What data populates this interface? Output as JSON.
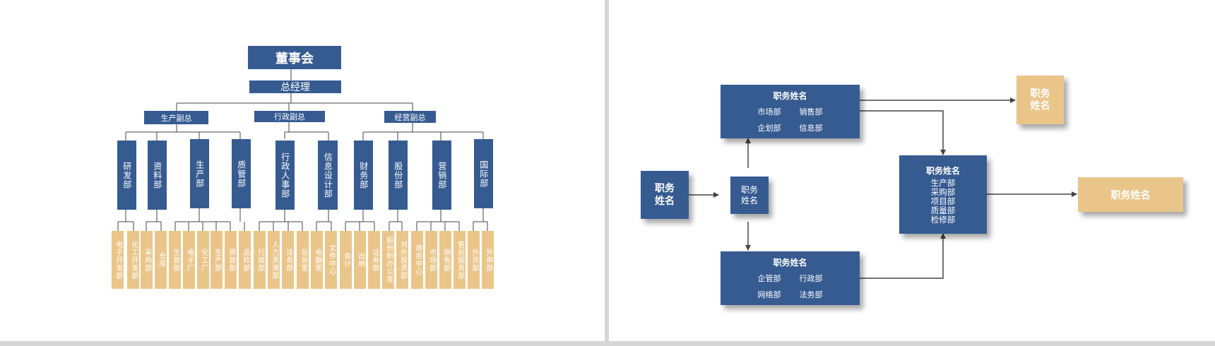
{
  "left": {
    "board": "董事会",
    "gm": "总经理",
    "vps": [
      "生产副总",
      "行政副总",
      "经营副总"
    ],
    "depts": [
      "研发部",
      "资料部",
      "生产部",
      "质管部",
      "行政人事部",
      "信息设计部",
      "财务部",
      "股份部",
      "营销部",
      "国际部"
    ],
    "subs": [
      "电子开发部",
      "化工开发部",
      "采购部",
      "仓库",
      "生管部",
      "电子厂",
      "化工厂",
      "生产部",
      "质管部",
      "品检部",
      "行政部",
      "人力资源部",
      "法务部",
      "总务室",
      "电脑室",
      "文件中心",
      "会计",
      "出纳",
      "证券部",
      "股份制办公室",
      "对外投资部",
      "商务中心",
      "市场部",
      "销售部",
      "售后服务部",
      "外贸部",
      "外审部"
    ]
  },
  "right": {
    "left_box": "职务姓名",
    "center_box": "职务姓名",
    "top_card": {
      "title": "职务姓名",
      "depts": [
        "市场部",
        "销售部",
        "企划部",
        "信息部"
      ]
    },
    "bottom_card": {
      "title": "职务姓名",
      "depts": [
        "企管部",
        "行政部",
        "网络部",
        "法务部"
      ]
    },
    "right_card": {
      "title": "职务姓名",
      "depts": [
        "生产部",
        "采购部",
        "项目部",
        "质量部",
        "检修部"
      ]
    },
    "top_right_box": "职务姓名",
    "far_right_box": "职务姓名"
  },
  "colors": {
    "blue": "#365b91",
    "tan": "#eac58a",
    "line": "#444444"
  }
}
